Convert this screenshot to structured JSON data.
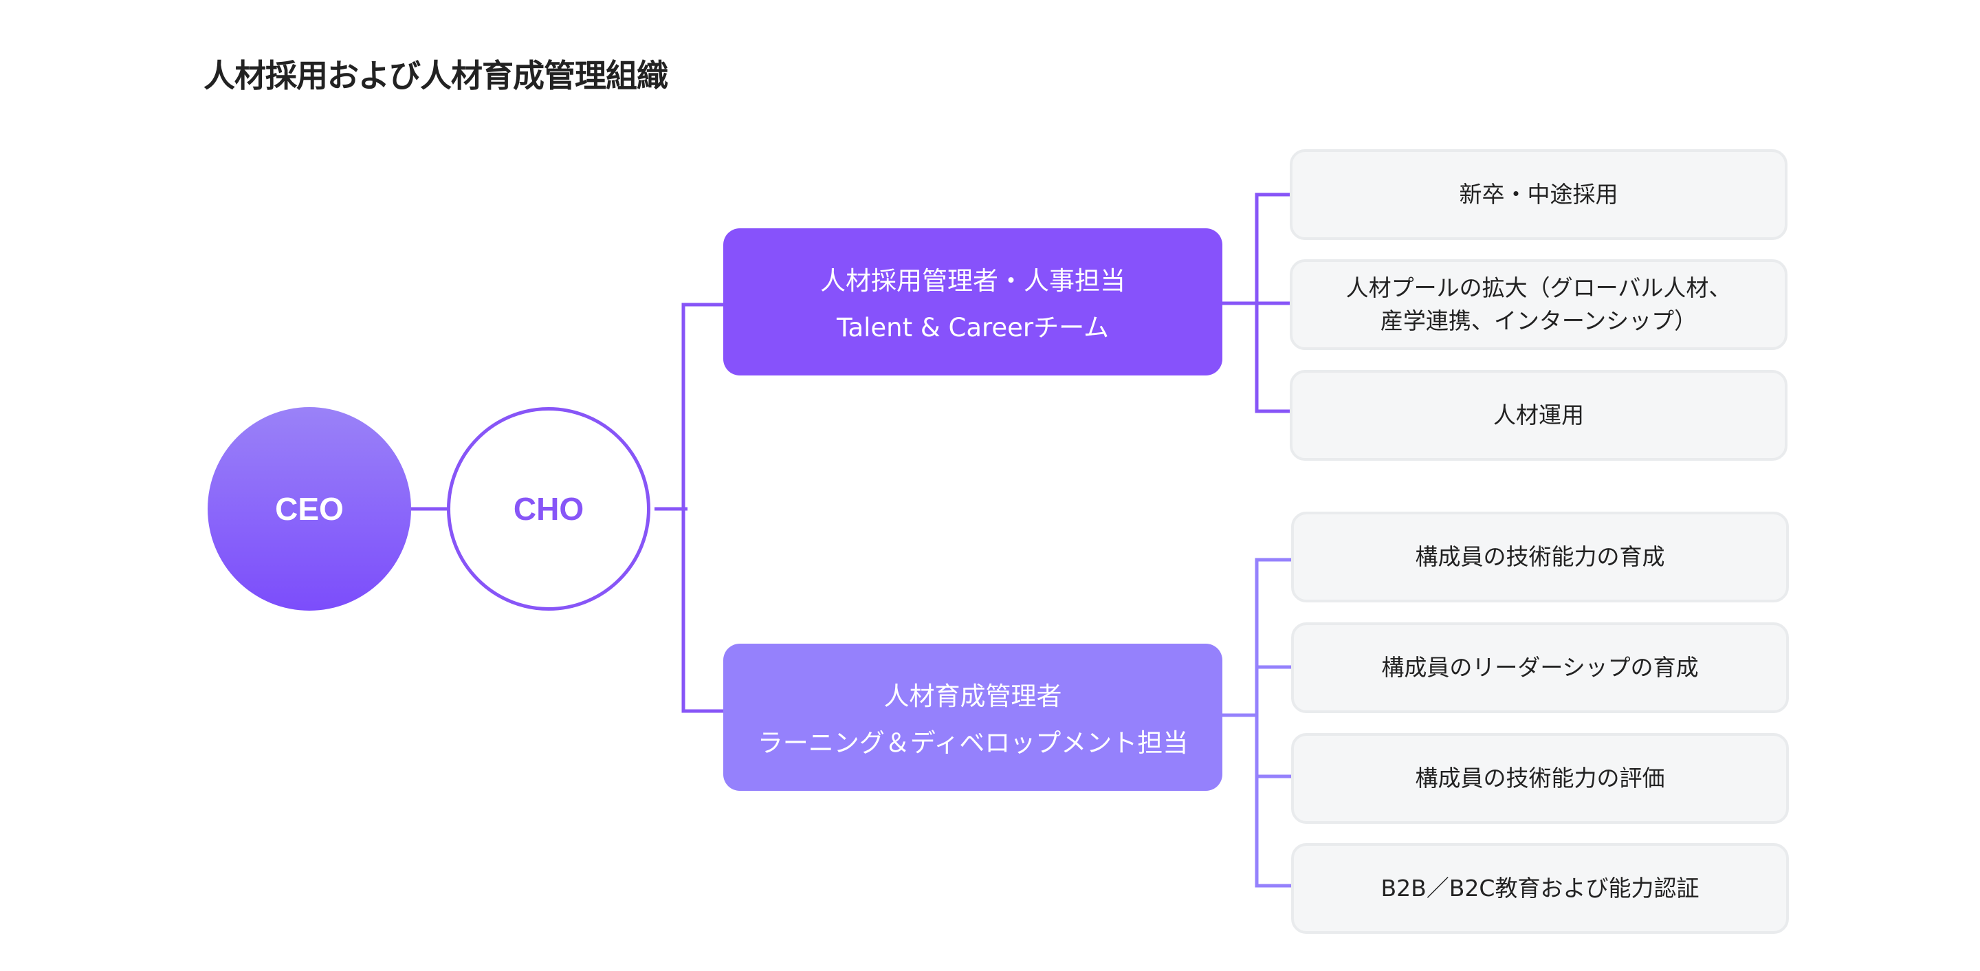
{
  "title": "人材採用および人材育成管理組織",
  "colors": {
    "primary": "#8755f7",
    "secondary": "#9581fc",
    "task_background": "#f5f6f7",
    "task_border": "#e9ebed"
  },
  "nodes": {
    "ceo": "CEO",
    "cho": "CHO"
  },
  "managers": [
    {
      "line1": "人材採用管理者・人事担当",
      "line2": "Talent & Careerチーム"
    },
    {
      "line1": "人材育成管理者",
      "line2": "ラーニング＆ディベロップメント担当"
    }
  ],
  "recruit_tasks": [
    {
      "line1": "新卒・中途採用",
      "line2": ""
    },
    {
      "line1": "人材プールの拡大（グローバル人材、",
      "line2": "産学連携、インターンシップ）"
    },
    {
      "line1": "人材運用",
      "line2": ""
    }
  ],
  "develop_tasks": [
    {
      "line1": "構成員の技術能力の育成"
    },
    {
      "line1": "構成員のリーダーシップの育成"
    },
    {
      "line1": "構成員の技術能力の評価"
    },
    {
      "line1": "B2B／B2C教育および能力認証"
    }
  ]
}
